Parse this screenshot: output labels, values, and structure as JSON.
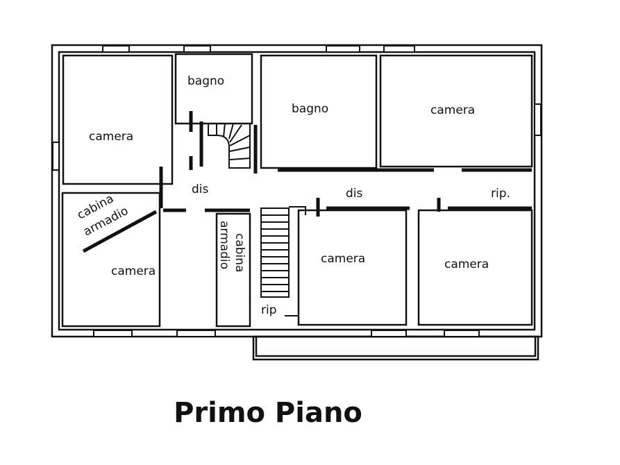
{
  "title": "Primo Piano",
  "rooms": {
    "camera_nw": "camera",
    "bagno_1": "bagno",
    "bagno_2": "bagno",
    "camera_ne": "camera",
    "dis_left": "dis",
    "dis_right": "dis",
    "rip_right": "rip.",
    "cabina_left_1": "cabina",
    "cabina_left_2": "armadio",
    "camera_sw": "camera",
    "cabina_mid_1": "cabina",
    "cabina_mid_2": "armadio",
    "camera_mid": "camera",
    "camera_se": "camera",
    "rip_stairs": "rip"
  }
}
